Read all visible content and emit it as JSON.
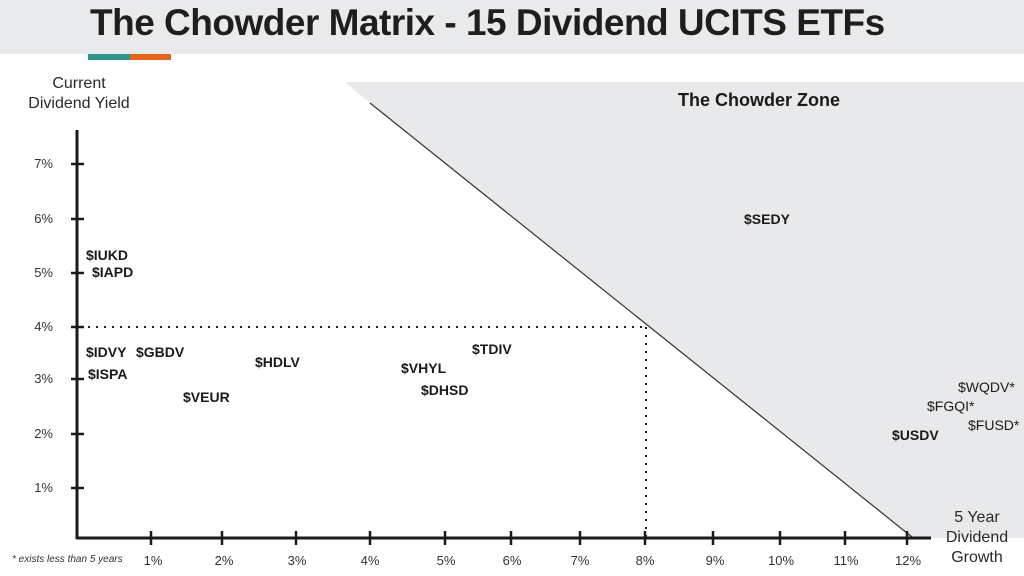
{
  "header": {
    "title": "The Chowder Matrix - 15 Dividend UCITS ETFs",
    "accent_colors": [
      "#2e9488",
      "#e4661c"
    ],
    "background": "#e8eaeb"
  },
  "chart_data": {
    "type": "scatter",
    "title": "The Chowder Matrix - 15 Dividend UCITS ETFs",
    "xlabel": "5 Year Dividend Growth",
    "ylabel": "Current Dividend Yield",
    "xlim": [
      0,
      12.5
    ],
    "ylim": [
      0,
      7.8
    ],
    "x_ticks": [
      "1%",
      "2%",
      "3%",
      "4%",
      "5%",
      "6%",
      "7%",
      "8%",
      "9%",
      "10%",
      "11%",
      "12%"
    ],
    "y_ticks": [
      "1%",
      "2%",
      "3%",
      "4%",
      "5%",
      "6%",
      "7%"
    ],
    "grid": false,
    "zone": {
      "label": "The Chowder Zone",
      "rule": "yield + growth >= 12%",
      "reference_point": {
        "x": 8,
        "y": 4
      },
      "fill": "#e7e9ea"
    },
    "points": [
      {
        "label": "$IUKD",
        "x": 0.1,
        "y": 5.3,
        "bold": true
      },
      {
        "label": "$IAPD",
        "x": 0.2,
        "y": 5.0,
        "bold": true
      },
      {
        "label": "$IDVY",
        "x": 0.1,
        "y": 3.5,
        "bold": true
      },
      {
        "label": "$GBDV",
        "x": 0.8,
        "y": 3.5,
        "bold": true
      },
      {
        "label": "$ISPA",
        "x": 0.2,
        "y": 3.1,
        "bold": true
      },
      {
        "label": "$HDLV",
        "x": 2.5,
        "y": 3.3,
        "bold": true
      },
      {
        "label": "$VEUR",
        "x": 1.5,
        "y": 2.7,
        "bold": true
      },
      {
        "label": "$VHYL",
        "x": 4.5,
        "y": 3.2,
        "bold": true
      },
      {
        "label": "$TDIV",
        "x": 5.5,
        "y": 3.6,
        "bold": true
      },
      {
        "label": "$DHSD",
        "x": 4.8,
        "y": 2.8,
        "bold": true
      },
      {
        "label": "$SEDY",
        "x": 9.5,
        "y": 6.0,
        "bold": true
      },
      {
        "label": "$USDV",
        "x": 12.0,
        "y": 2.0,
        "bold": true
      },
      {
        "label": "$WQDV*",
        "x": 13.0,
        "y": 2.9,
        "bold": false
      },
      {
        "label": "$FGQI*",
        "x": 12.5,
        "y": 2.6,
        "bold": false
      },
      {
        "label": "$FUSD*",
        "x": 13.0,
        "y": 2.2,
        "bold": false
      }
    ],
    "footnote": "* exists less than 5 years"
  },
  "labels": {
    "ylabel_line1": "Current",
    "ylabel_line2": "Dividend Yield",
    "xlabel_line1": "5 Year",
    "xlabel_line2": "Dividend",
    "xlabel_line3": "Growth",
    "zone_title": "The Chowder Zone",
    "footnote": "* exists less than 5 years"
  }
}
